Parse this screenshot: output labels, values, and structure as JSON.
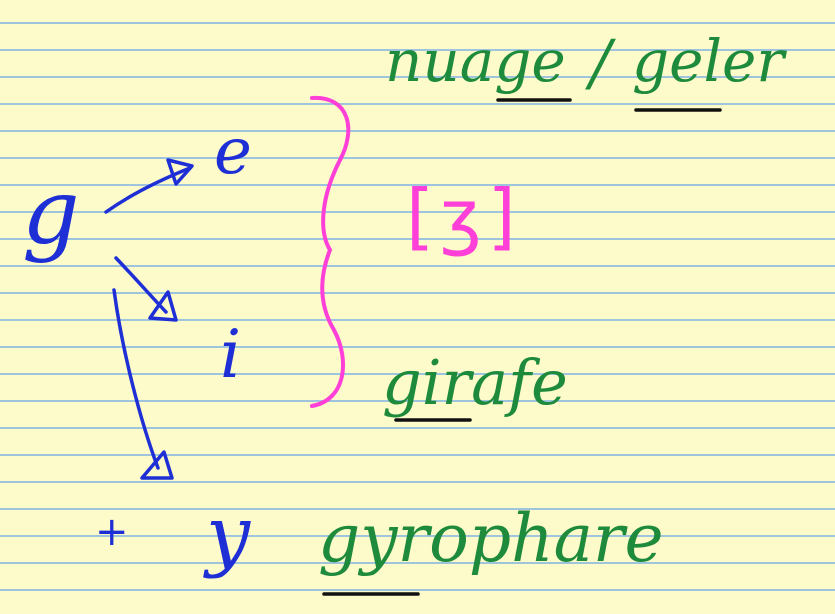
{
  "examples": {
    "nuage": "nuage",
    "slash": "/",
    "geler": "geler",
    "girafe": "girafe",
    "gyrophare": "gyrophare"
  },
  "letters": {
    "g": "g",
    "e": "e",
    "i": "i",
    "y": "y",
    "plus": "+"
  },
  "phoneme": "[ʒ]",
  "colors": {
    "paper": "#fdfbc9",
    "rule_line": "#9ec4de",
    "green_ink": "#1e8a3c",
    "blue_ink": "#1f2fd6",
    "pink_ink": "#ff40d8",
    "underline_ink": "#111111"
  }
}
